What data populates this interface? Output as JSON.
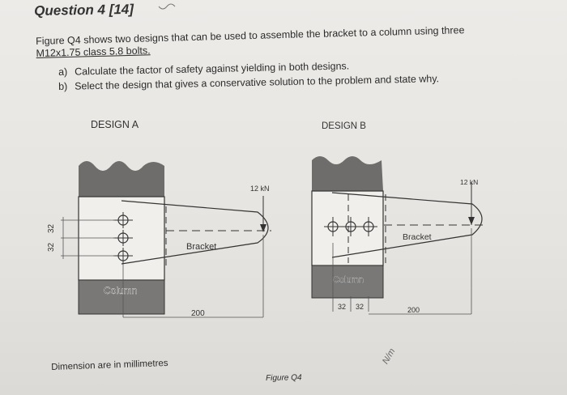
{
  "question": {
    "title": "Question 4 [14]"
  },
  "intro": {
    "line1": "Figure Q4 shows two designs that can be used to assemble the bracket to a column using three",
    "bolt_spec": "M12x1.75 class 5.8 bolts."
  },
  "tasks": [
    {
      "marker": "a)",
      "text": "Calculate the factor of safety against yielding in both designs."
    },
    {
      "marker": "b)",
      "text": "Select the design that gives a conservative solution to the problem and state why."
    }
  ],
  "design_a": {
    "heading": "DESIGN A",
    "load": "12 kN",
    "bracket": "Bracket",
    "column": "Column",
    "dim_length": "200",
    "dim_left_1": "32",
    "dim_left_2": "32"
  },
  "design_b": {
    "heading": "DESIGN B",
    "load": "12 kN",
    "bracket": "Bracket",
    "column": "Column",
    "dim_length": "200",
    "dim_bottom_1": "32",
    "dim_bottom_2": "32"
  },
  "footnote": "Dimension are in millimetres",
  "figure_caption": "Figure Q4",
  "scribble": "N/m",
  "colors": {
    "ink": "#2b2b2b",
    "shade": "#7a7876",
    "shade_light": "#9a9895"
  }
}
